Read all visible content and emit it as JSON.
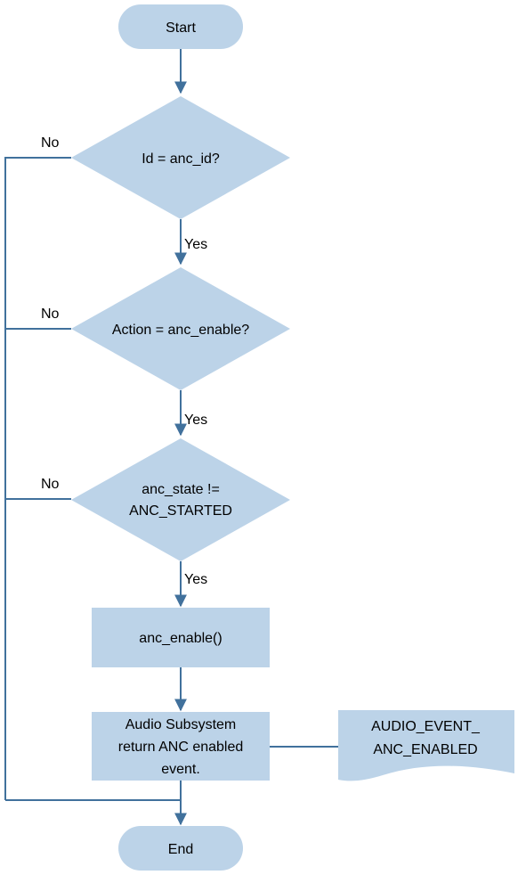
{
  "flowchart": {
    "start": "Start",
    "end": "End",
    "decision1": "Id = anc_id?",
    "decision2": "Action = anc_enable?",
    "decision3_line1": "anc_state !=",
    "decision3_line2": "ANC_STARTED",
    "process1": "anc_enable()",
    "process2_line1": "Audio Subsystem",
    "process2_line2": "return ANC enabled",
    "process2_line3": "event.",
    "document_line1": "AUDIO_EVENT_",
    "document_line2": "ANC_ENABLED",
    "yes_label": "Yes",
    "no_label": "No"
  },
  "colors": {
    "shape_fill": "#bcd3e8",
    "connector": "#41719c"
  }
}
